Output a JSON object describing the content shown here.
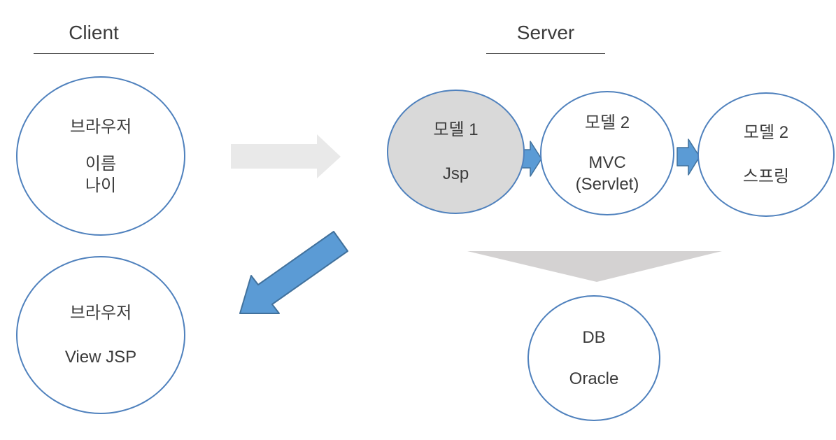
{
  "titles": {
    "client": "Client",
    "server": "Server"
  },
  "nodes": {
    "client_browser": {
      "lines": [
        "브라우저",
        "이름",
        "나이"
      ]
    },
    "client_view": {
      "lines": [
        "브라우저",
        "View JSP"
      ]
    },
    "model1": {
      "lines": [
        "모델 1",
        "Jsp"
      ]
    },
    "model2_mvc": {
      "lines": [
        "모델 2",
        "MVC",
        "(Servlet)"
      ]
    },
    "model2_spring": {
      "lines": [
        "모델 2",
        "스프링"
      ]
    },
    "db": {
      "lines": [
        "DB",
        "Oracle"
      ]
    }
  },
  "colors": {
    "circle_border": "#4f81bd",
    "model1_fill": "#d9d9d9",
    "flow_arrow_fill": "#5b9bd5",
    "flow_arrow_outline": "#41719c",
    "request_arrow_gray": "#e9e9e9",
    "merge_arrow_gray": "#d4d2d2",
    "text": "#3b3b3b"
  }
}
